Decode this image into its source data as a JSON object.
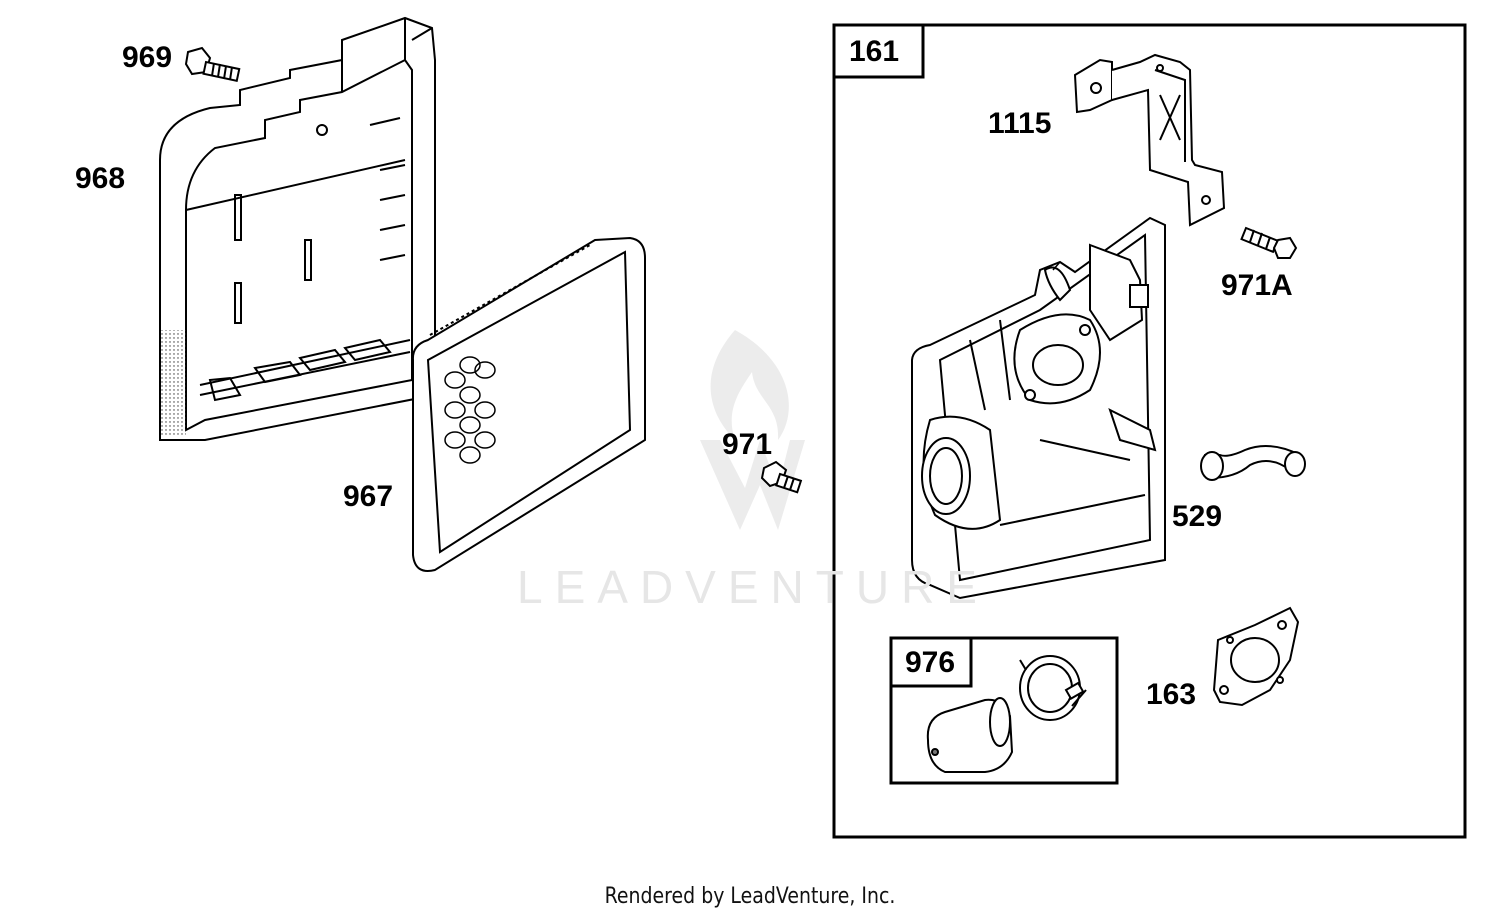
{
  "labels": {
    "p969": "969",
    "p968": "968",
    "p967": "967",
    "p971": "971",
    "p161": "161",
    "p1115": "1115",
    "p971a": "971A",
    "p529": "529",
    "p976": "976",
    "p163": "163"
  },
  "watermark": {
    "brand": "LEADVENTURE"
  },
  "footer": {
    "text": "Rendered by LeadVenture, Inc."
  }
}
